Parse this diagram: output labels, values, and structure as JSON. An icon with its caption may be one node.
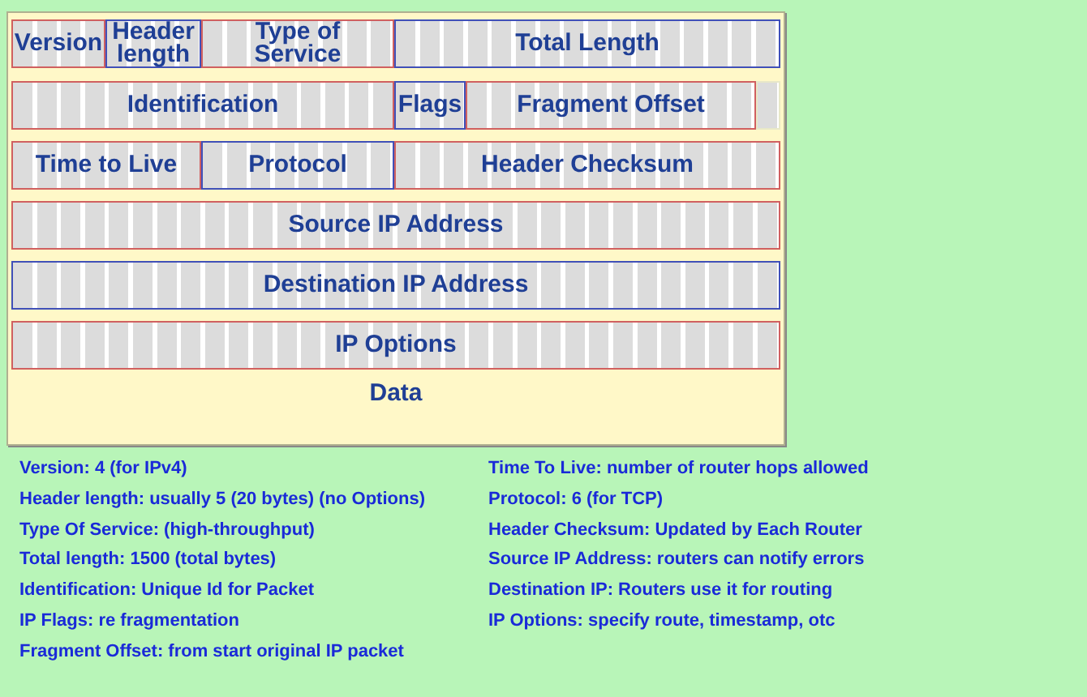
{
  "diagram": {
    "nodes": [
      {
        "text": [
          "Data"
        ]
      },
      {
        "text": [
          "Version"
        ],
        "in": 0
      },
      {
        "text": [
          "Header length"
        ],
        "in": 0
      },
      {
        "text": [
          "Type of Service"
        ],
        "in": 0
      },
      {
        "text": [
          "Total Length"
        ],
        "in": 0
      },
      {
        "text": [
          "Identification"
        ],
        "in": 0
      },
      {
        "text": [
          "Flags"
        ],
        "in": 0
      },
      {
        "text": [
          "Fragment Offset"
        ],
        "in": 0
      },
      {
        "text": [
          "Time to Live"
        ],
        "in": 0
      },
      {
        "text": [
          "Protocol"
        ],
        "in": 0
      },
      {
        "text": [
          "Header Checksum"
        ],
        "in": 0
      },
      {
        "text": [
          "Source IP Address"
        ],
        "in": 0
      },
      {
        "text": [
          "Destination IP Address"
        ],
        "in": 0
      },
      {
        "text": [
          "IP Options"
        ],
        "in": 0
      }
    ],
    "edges": [],
    "labels": [
      "Version: 4 (for IPv4)",
      "Header length: usually 5 (20 bytes) (no Options)",
      "Type Of Service: (high-throughput)",
      "Total length: 1500 (total bytes)",
      "Identification: Unique Id for Packet",
      "IP Flags: re fragmentation",
      "Fragment Offset: from start original IP packet",
      "Time To Live: number of router hops allowed",
      "Protocol: 6 (for TCP)",
      "Header Checksum: Updated by Each Router",
      "Source IP Address: routers can notify errors",
      "Destination IP: Routers use it for routing",
      "IP Options: specify route, timestamp, otc"
    ]
  }
}
